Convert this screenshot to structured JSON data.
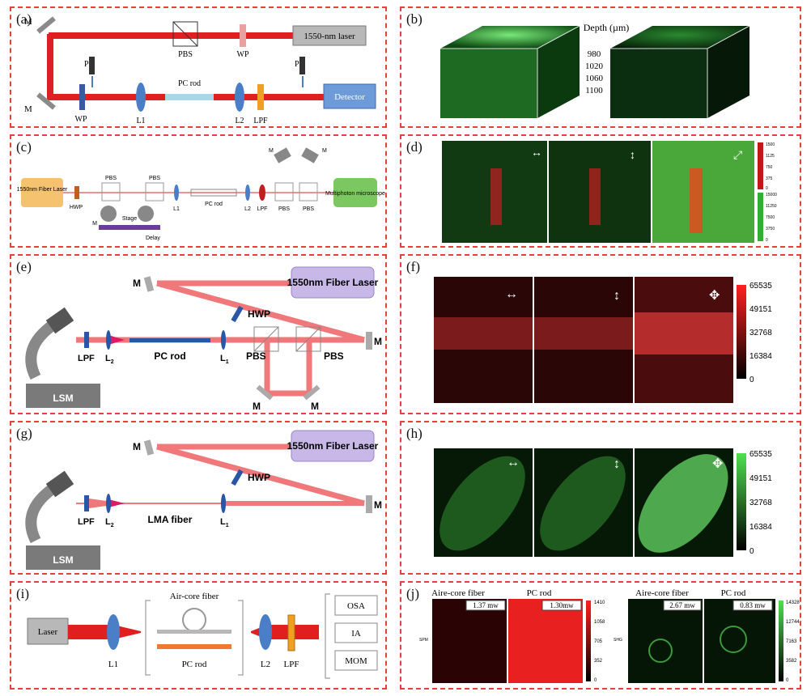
{
  "panels": {
    "a": {
      "label": "(a)",
      "laser": "1550-nm laser",
      "pbs": "PBS",
      "wp": "WP",
      "p": "P",
      "pc_rod": "PC rod",
      "l1": "L1",
      "l2": "L2",
      "lpf": "LPF",
      "detector": "Detector",
      "m": "M"
    },
    "b": {
      "label": "(b)",
      "depth_title": "Depth (µm)",
      "depths": [
        "980",
        "1020",
        "1060",
        "1100"
      ]
    },
    "c": {
      "label": "(c)",
      "laser": "1550nm Fiber Laser",
      "hwp": "HWP",
      "pbs": "PBS",
      "m": "M",
      "stage": "Stage",
      "delay": "Delay",
      "l1": "L1",
      "pc_rod": "PC rod",
      "l2": "L2",
      "lpf": "LPF",
      "microscope": "Multiphoton microscope"
    },
    "d": {
      "label": "(d)",
      "red_ticks": [
        "1500",
        "1125",
        "750",
        "375",
        "0"
      ],
      "green_ticks": [
        "15000",
        "11250",
        "7500",
        "3750",
        "0"
      ]
    },
    "e": {
      "label": "(e)",
      "m": "M",
      "laser": "1550nm Fiber Laser",
      "hwp": "HWP",
      "lpf": "LPF",
      "l2": "L",
      "l2_sub": "2",
      "pc_rod": "PC rod",
      "l1": "L",
      "l1_sub": "1",
      "pbs": "PBS",
      "lsm": "LSM"
    },
    "f": {
      "label": "(f)",
      "ticks": [
        "65535",
        "49151",
        "32768",
        "16384",
        "0"
      ]
    },
    "g": {
      "label": "(g)",
      "m": "M",
      "laser": "1550nm Fiber Laser",
      "hwp": "HWP",
      "lpf": "LPF",
      "l2": "L",
      "l2_sub": "2",
      "fiber": "LMA fiber",
      "l1": "L",
      "l1_sub": "1",
      "lsm": "LSM"
    },
    "h": {
      "label": "(h)",
      "ticks": [
        "65535",
        "49151",
        "32768",
        "16384",
        "0"
      ]
    },
    "i": {
      "label": "(i)",
      "laser": "Laser",
      "air_core": "Air-core fiber",
      "pc_rod": "PC rod",
      "l1": "L1",
      "l2": "L2",
      "lpf": "LPF",
      "outputs": [
        "OSA",
        "IA",
        "MOM"
      ]
    },
    "j": {
      "label": "(j)",
      "air_core": "Aire-core fiber",
      "pc_rod": "PC rod",
      "p1": "1.37 mw",
      "p2": "1.30mw",
      "p3": "2.67 mw",
      "p4": "0.83 mw",
      "red_ticks": [
        "1410",
        "1058",
        "705",
        "352",
        "0"
      ],
      "green_ticks": [
        "14328",
        "12744",
        "7163",
        "3582",
        "0"
      ],
      "side1": "SPM",
      "side2": "SHG"
    }
  },
  "colors": {
    "beam": "#e02020",
    "frame": "#e8403a",
    "lens": "#4a7fc8",
    "lpf": "#f0a020",
    "laser_box": "#b8b8b8",
    "purple": "#c8b8e8",
    "green_box": "#7cc860",
    "orange_box": "#f5c270"
  }
}
